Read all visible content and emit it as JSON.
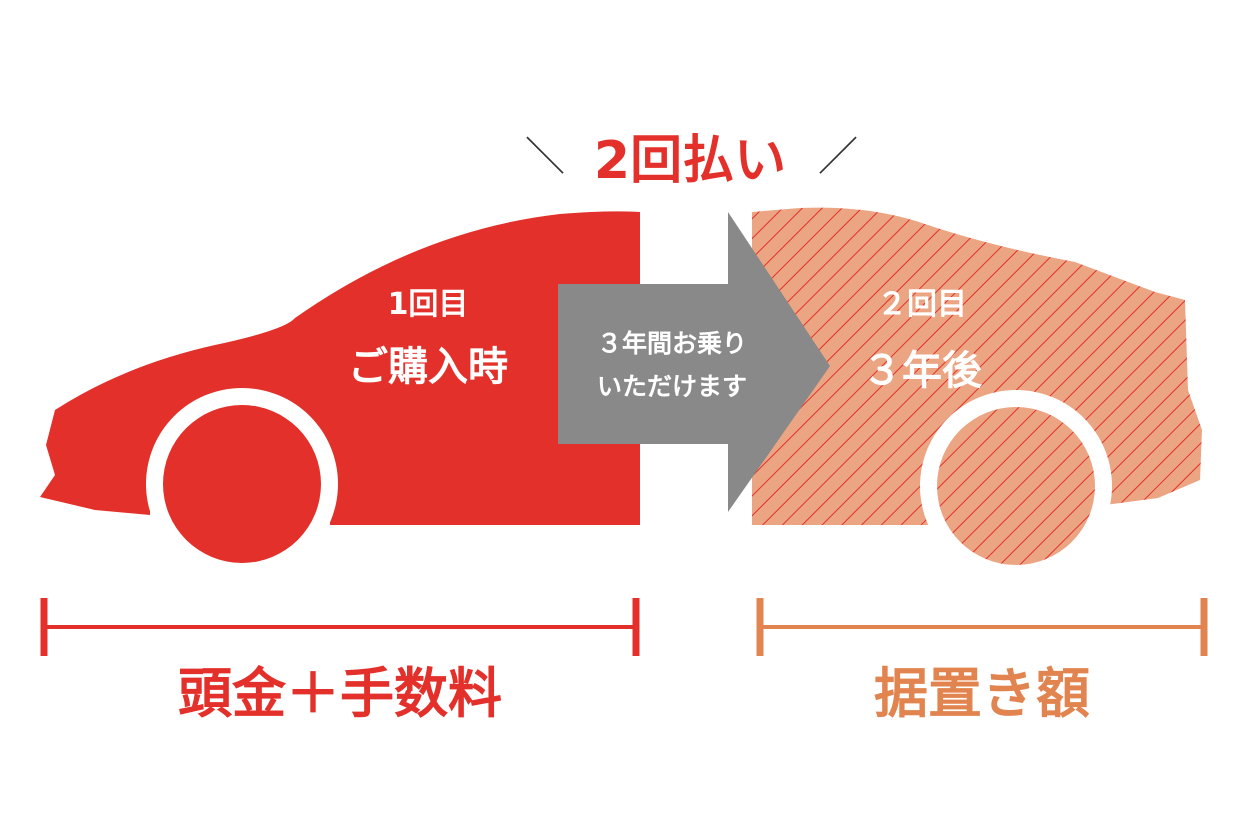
{
  "heading": {
    "left_mark": "＼",
    "text": "2回払い",
    "right_mark": "／"
  },
  "first_payment": {
    "label": "1回目",
    "timing": "ご購入時"
  },
  "transition": {
    "line1": "３年間お乗り",
    "line2": "いただけます"
  },
  "second_payment": {
    "label": "２回目",
    "timing": "３年後"
  },
  "bottom": {
    "left_label": "頭金＋手数料",
    "right_label": "据置き額"
  },
  "colors": {
    "red": "#e3302a",
    "orange": "#e2844f",
    "peach": "#eba583",
    "arrow_gray": "#898989"
  }
}
